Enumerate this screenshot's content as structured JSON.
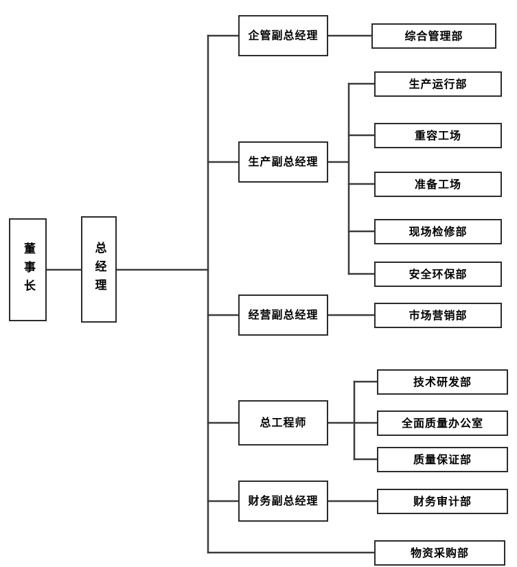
{
  "diagram": {
    "type": "organization-chart",
    "title": "",
    "line_color": "#3a3a3a",
    "box_border_color": "#2b2b2b",
    "background_color": "#ffffff",
    "text_color": "#000000"
  },
  "nodes": {
    "chairman": {
      "label": "董事长",
      "orientation": "vertical",
      "level": 0
    },
    "general_manager": {
      "label": "总经理",
      "orientation": "vertical",
      "level": 0
    },
    "vp_enterprise": {
      "label": "企管副总经理",
      "orientation": "horizontal",
      "level": 1
    },
    "vp_production": {
      "label": "生产副总经理",
      "orientation": "horizontal",
      "level": 1
    },
    "vp_operations": {
      "label": "经营副总经理",
      "orientation": "horizontal",
      "level": 1
    },
    "chief_engineer": {
      "label": "总工程师",
      "orientation": "horizontal",
      "level": 1
    },
    "vp_finance": {
      "label": "财务副总经理",
      "orientation": "horizontal",
      "level": 1
    },
    "dept_general_admin": {
      "label": "综合管理部",
      "orientation": "horizontal",
      "level": 2
    },
    "dept_production_ops": {
      "label": "生产运行部",
      "orientation": "horizontal",
      "level": 2
    },
    "dept_heavy_vessel_shop": {
      "label": "重容工场",
      "orientation": "horizontal",
      "level": 2
    },
    "dept_preparation_shop": {
      "label": "准备工场",
      "orientation": "horizontal",
      "level": 2
    },
    "dept_site_maintenance": {
      "label": "现场检修部",
      "orientation": "horizontal",
      "level": 2
    },
    "dept_safety_environment": {
      "label": "安全环保部",
      "orientation": "horizontal",
      "level": 2
    },
    "dept_marketing": {
      "label": "市场营销部",
      "orientation": "horizontal",
      "level": 2
    },
    "dept_tech_rd": {
      "label": "技术研发部",
      "orientation": "horizontal",
      "level": 2
    },
    "dept_total_quality_office": {
      "label": "全面质量办公室",
      "orientation": "horizontal",
      "level": 2
    },
    "dept_quality_assurance": {
      "label": "质量保证部",
      "orientation": "horizontal",
      "level": 2
    },
    "dept_finance_audit": {
      "label": "财务审计部",
      "orientation": "horizontal",
      "level": 2
    },
    "dept_material_procurement": {
      "label": "物资采购部",
      "orientation": "horizontal",
      "level": 2
    }
  },
  "hierarchy": [
    {
      "parent": "chairman",
      "child": "general_manager"
    },
    {
      "parent": "general_manager",
      "child": "vp_enterprise"
    },
    {
      "parent": "general_manager",
      "child": "vp_production"
    },
    {
      "parent": "general_manager",
      "child": "vp_operations"
    },
    {
      "parent": "general_manager",
      "child": "chief_engineer"
    },
    {
      "parent": "general_manager",
      "child": "vp_finance"
    },
    {
      "parent": "general_manager",
      "child": "dept_material_procurement"
    },
    {
      "parent": "vp_enterprise",
      "child": "dept_general_admin"
    },
    {
      "parent": "vp_production",
      "child": "dept_production_ops"
    },
    {
      "parent": "vp_production",
      "child": "dept_heavy_vessel_shop"
    },
    {
      "parent": "vp_production",
      "child": "dept_preparation_shop"
    },
    {
      "parent": "vp_production",
      "child": "dept_site_maintenance"
    },
    {
      "parent": "vp_production",
      "child": "dept_safety_environment"
    },
    {
      "parent": "vp_operations",
      "child": "dept_marketing"
    },
    {
      "parent": "chief_engineer",
      "child": "dept_tech_rd"
    },
    {
      "parent": "chief_engineer",
      "child": "dept_total_quality_office"
    },
    {
      "parent": "chief_engineer",
      "child": "dept_quality_assurance"
    },
    {
      "parent": "vp_finance",
      "child": "dept_finance_audit"
    }
  ]
}
